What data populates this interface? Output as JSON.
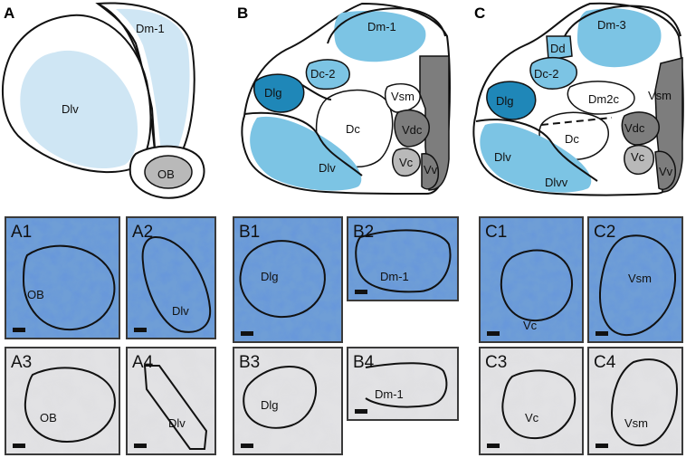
{
  "colors": {
    "pale_blue": "#cfe6f4",
    "mid_blue": "#7cc4e4",
    "deep_blue": "#1f87b8",
    "gray_dark": "#7d7d7d",
    "gray_light": "#b9b9b9",
    "stain_blue": "#6f9ed6",
    "stain_none": "#e2e2e4"
  },
  "diagrams": {
    "a": {
      "letter": "A",
      "regions": {
        "dm1": "Dm-1",
        "dlv": "Dlv",
        "ob": "OB"
      }
    },
    "b": {
      "letter": "B",
      "regions": {
        "dm1": "Dm-1",
        "dc2": "Dc-2",
        "dlg": "Dlg",
        "dc": "Dc",
        "vsm": "Vsm",
        "vdc": "Vdc",
        "dlv": "Dlv",
        "vc": "Vc",
        "vv": "Vv"
      }
    },
    "c": {
      "letter": "C",
      "regions": {
        "dm3": "Dm-3",
        "dd": "Dd",
        "dc2": "Dc-2",
        "dlg": "Dlg",
        "dm2c": "Dm2c",
        "vsm": "Vsm",
        "dc": "Dc",
        "vdc": "Vdc",
        "vc": "Vc",
        "dlv": "Dlv",
        "dlvv": "Dlvv",
        "vv": "Vv"
      }
    }
  },
  "photos": {
    "a1": {
      "label": "A1",
      "region": "OB"
    },
    "a2": {
      "label": "A2",
      "region": "Dlv"
    },
    "a3": {
      "label": "A3",
      "region": "OB"
    },
    "a4": {
      "label": "A4",
      "region": "Dlv"
    },
    "b1": {
      "label": "B1",
      "region": "Dlg"
    },
    "b2": {
      "label": "B2",
      "region": "Dm-1"
    },
    "b3": {
      "label": "B3",
      "region": "Dlg"
    },
    "b4": {
      "label": "B4",
      "region": "Dm-1"
    },
    "c1": {
      "label": "C1",
      "region": "Vc"
    },
    "c2": {
      "label": "C2",
      "region": "Vsm"
    },
    "c3": {
      "label": "C3",
      "region": "Vc"
    },
    "c4": {
      "label": "C4",
      "region": "Vsm"
    }
  }
}
